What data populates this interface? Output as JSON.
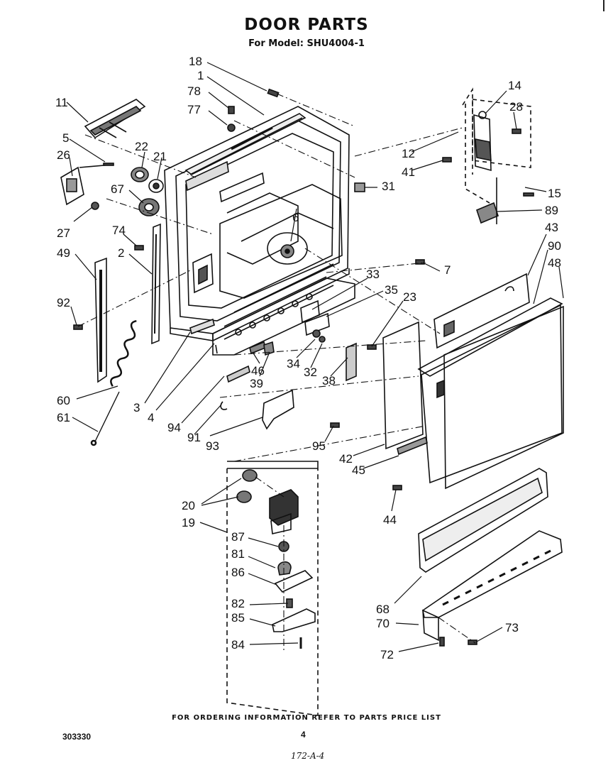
{
  "header": {
    "title": "DOOR PARTS",
    "subtitle": "For Model: SHU4004-1"
  },
  "footer": {
    "ordering_note": "FOR ORDERING INFORMATION REFER TO PARTS PRICE LIST",
    "doc_number": "303330",
    "page_number": "4",
    "handwritten_ref": "172-A-4"
  },
  "part_labels": [
    "18",
    "1",
    "78",
    "77",
    "11",
    "5",
    "26",
    "22",
    "21",
    "67",
    "27",
    "74",
    "2",
    "49",
    "92",
    "60",
    "61",
    "3",
    "4",
    "94",
    "91",
    "93",
    "6",
    "33",
    "35",
    "23",
    "34",
    "32",
    "38",
    "46",
    "39",
    "95",
    "14",
    "28",
    "12",
    "41",
    "31",
    "15",
    "89",
    "43",
    "90",
    "48",
    "7",
    "42",
    "45",
    "44",
    "20",
    "19",
    "87",
    "81",
    "86",
    "82",
    "85",
    "84",
    "68",
    "70",
    "73",
    "72"
  ]
}
